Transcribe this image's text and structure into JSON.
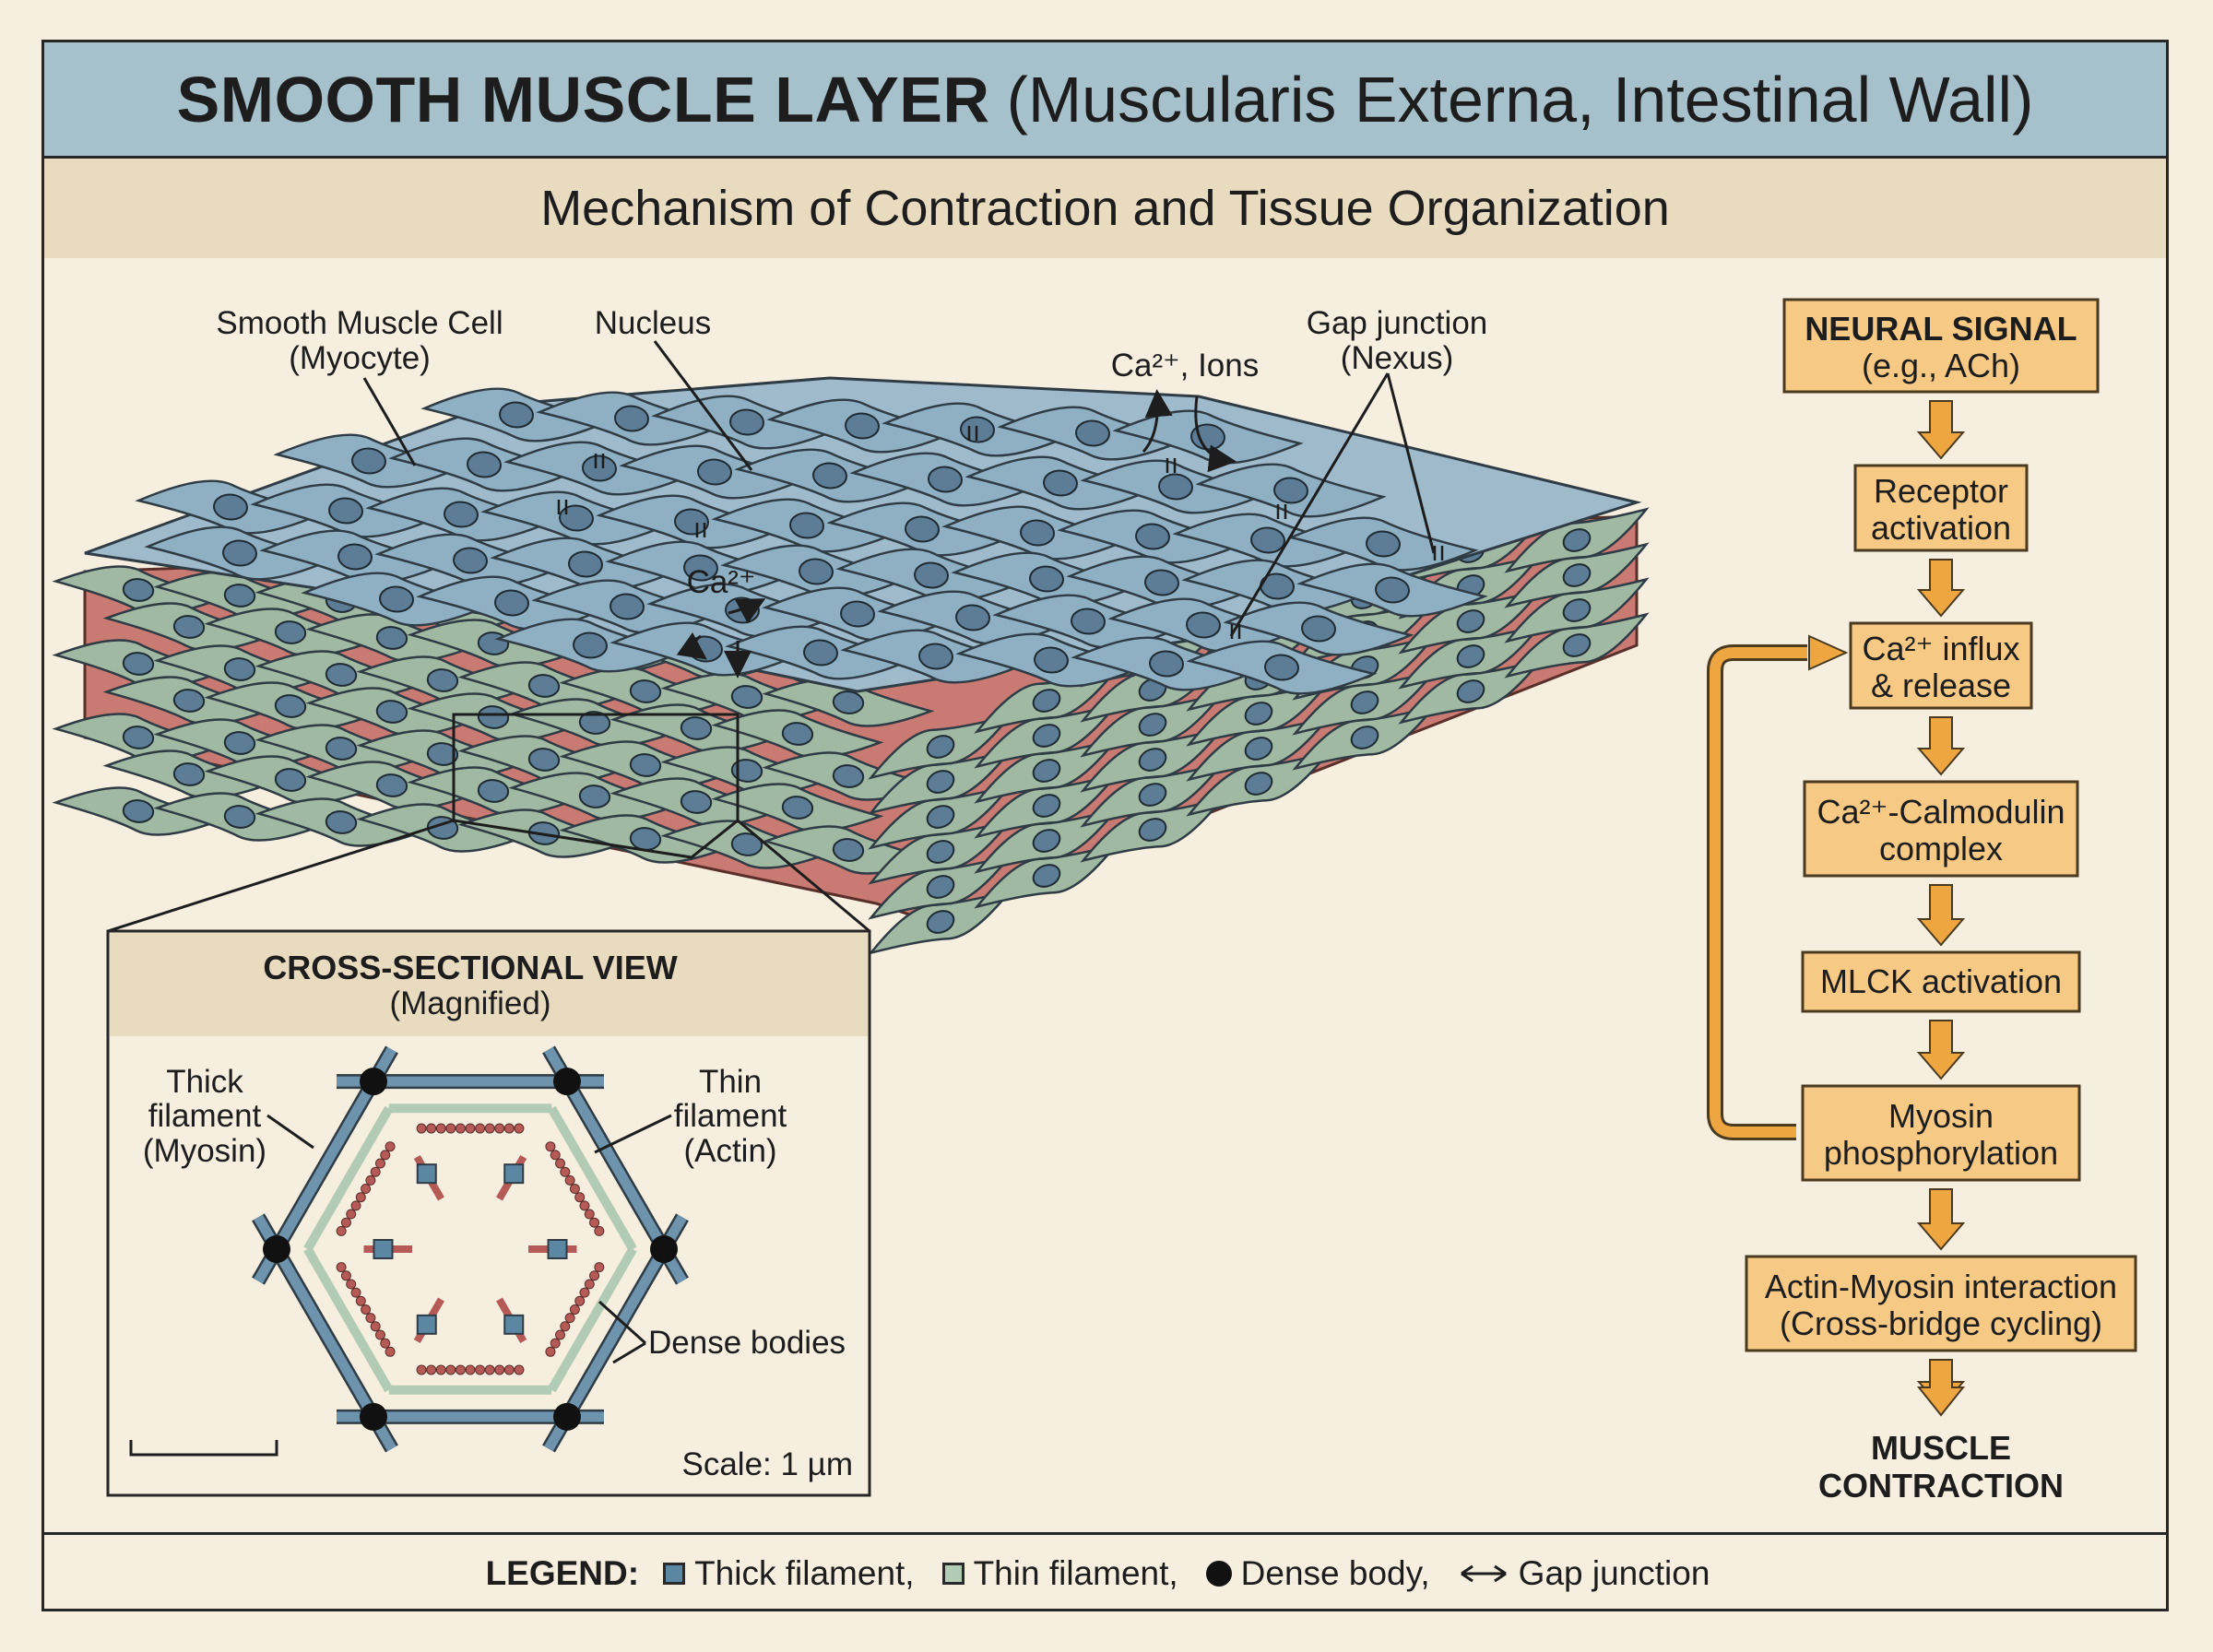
{
  "title": {
    "bold": "SMOOTH MUSCLE LAYER",
    "rest": "(Muscularis Externa, Intestinal Wall)"
  },
  "subtitle": "Mechanism of Contraction and Tissue Organization",
  "labels": {
    "cell_line1": "Smooth Muscle Cell",
    "cell_line2": "(Myocyte)",
    "nucleus": "Nucleus",
    "ions": "Ca²⁺, Ions",
    "gap_line1": "Gap junction",
    "gap_line2": "(Nexus)",
    "ca_center": "Ca²⁺"
  },
  "cross_section": {
    "title": "CROSS-SECTIONAL VIEW",
    "subtitle": "(Magnified)",
    "thick_line1": "Thick",
    "thick_line2": "filament",
    "thick_line3": "(Myosin)",
    "thin_line1": "Thin",
    "thin_line2": "filament",
    "thin_line3": "(Actin)",
    "dense": "Dense bodies",
    "scale": "Scale: 1 µm"
  },
  "flowchart": {
    "steps": [
      {
        "line1": "NEURAL SIGNAL",
        "line2": "(e.g., ACh)"
      },
      {
        "line1": "Receptor",
        "line2": "activation"
      },
      {
        "line1": "Ca²⁺ influx",
        "line2": "& release"
      },
      {
        "line1": "Ca²⁺-Calmodulin",
        "line2": "complex"
      },
      {
        "line1": "MLCK activation",
        "line2": ""
      },
      {
        "line1": "Myosin",
        "line2": "phosphorylation"
      },
      {
        "line1": "Actin-Myosin interaction",
        "line2": "(Cross-bridge cycling)"
      }
    ],
    "result_line1": "MUSCLE",
    "result_line2": "CONTRACTION"
  },
  "legend": {
    "title": "LEGEND:",
    "thick": "Thick filament,",
    "thin": "Thin filament,",
    "dense": "Dense body,",
    "gap": "Gap junction"
  },
  "colors": {
    "title_bar": "#a6c1cb",
    "subtitle_bar": "#e9dbc0",
    "blue_cell": "#8fb0c3",
    "green_cell": "#9fb9a2",
    "red_tissue": "#c97a72",
    "flow_box": "#f6c985",
    "flow_arrow": "#eea640"
  }
}
